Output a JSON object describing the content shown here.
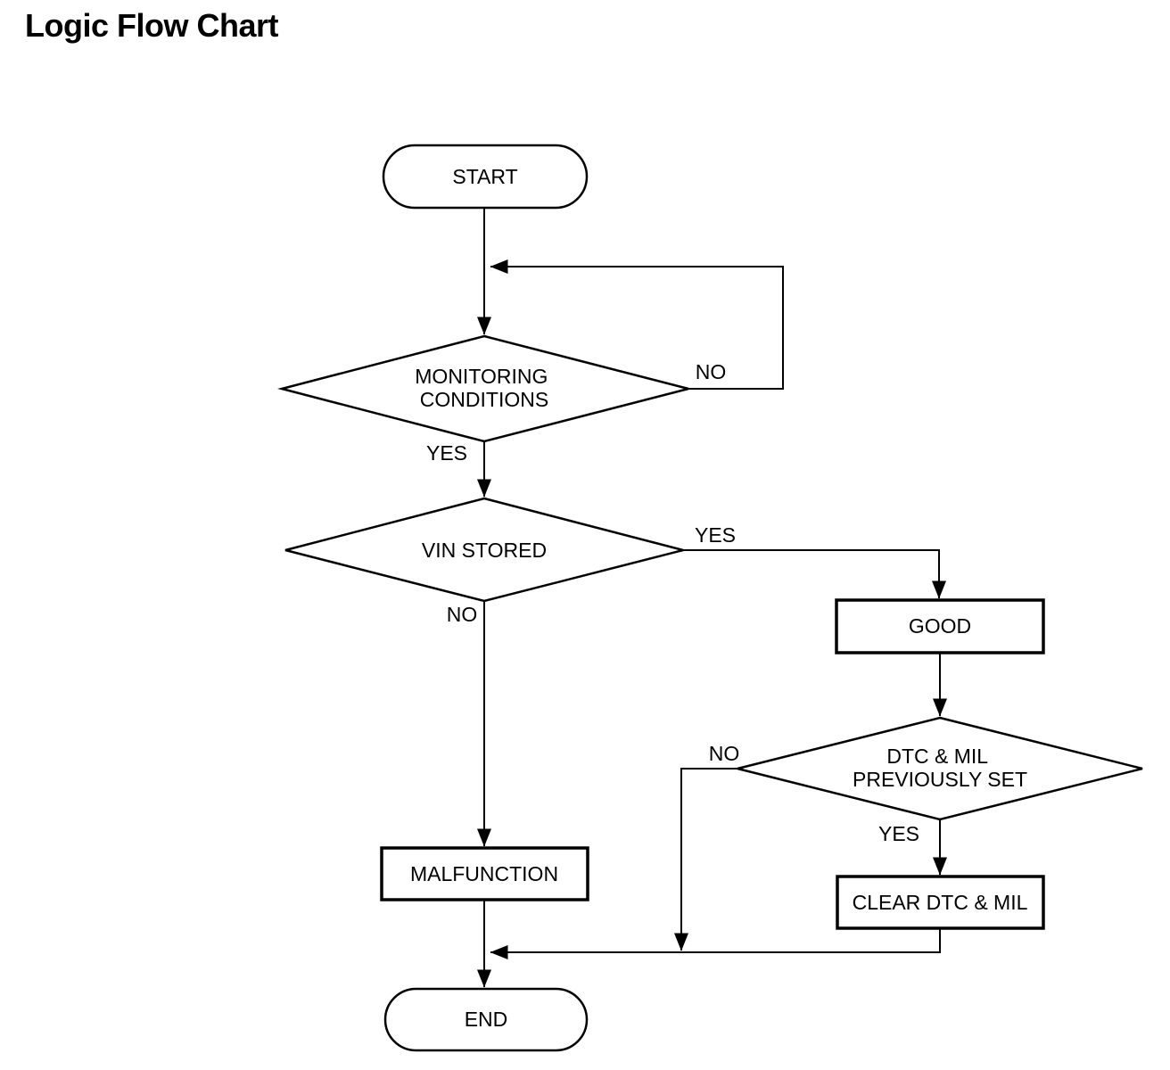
{
  "title": "Logic Flow Chart",
  "flowchart": {
    "nodes": {
      "start": {
        "label": "START"
      },
      "monitoring": {
        "line1": "MONITORING",
        "line2": "CONDITIONS"
      },
      "vin": {
        "label": "VIN STORED"
      },
      "good": {
        "label": "GOOD"
      },
      "dtc": {
        "line1": "DTC & MIL",
        "line2": "PREVIOUSLY SET"
      },
      "clear": {
        "label": "CLEAR DTC & MIL"
      },
      "malfunction": {
        "label": "MALFUNCTION"
      },
      "end": {
        "label": "END"
      }
    },
    "edge_labels": {
      "monitoring_no": "NO",
      "monitoring_yes": "YES",
      "vin_yes": "YES",
      "vin_no": "NO",
      "dtc_no": "NO",
      "dtc_yes": "YES"
    },
    "colors": {
      "line": "#000000",
      "text": "#000000",
      "background": "#ffffff"
    }
  }
}
